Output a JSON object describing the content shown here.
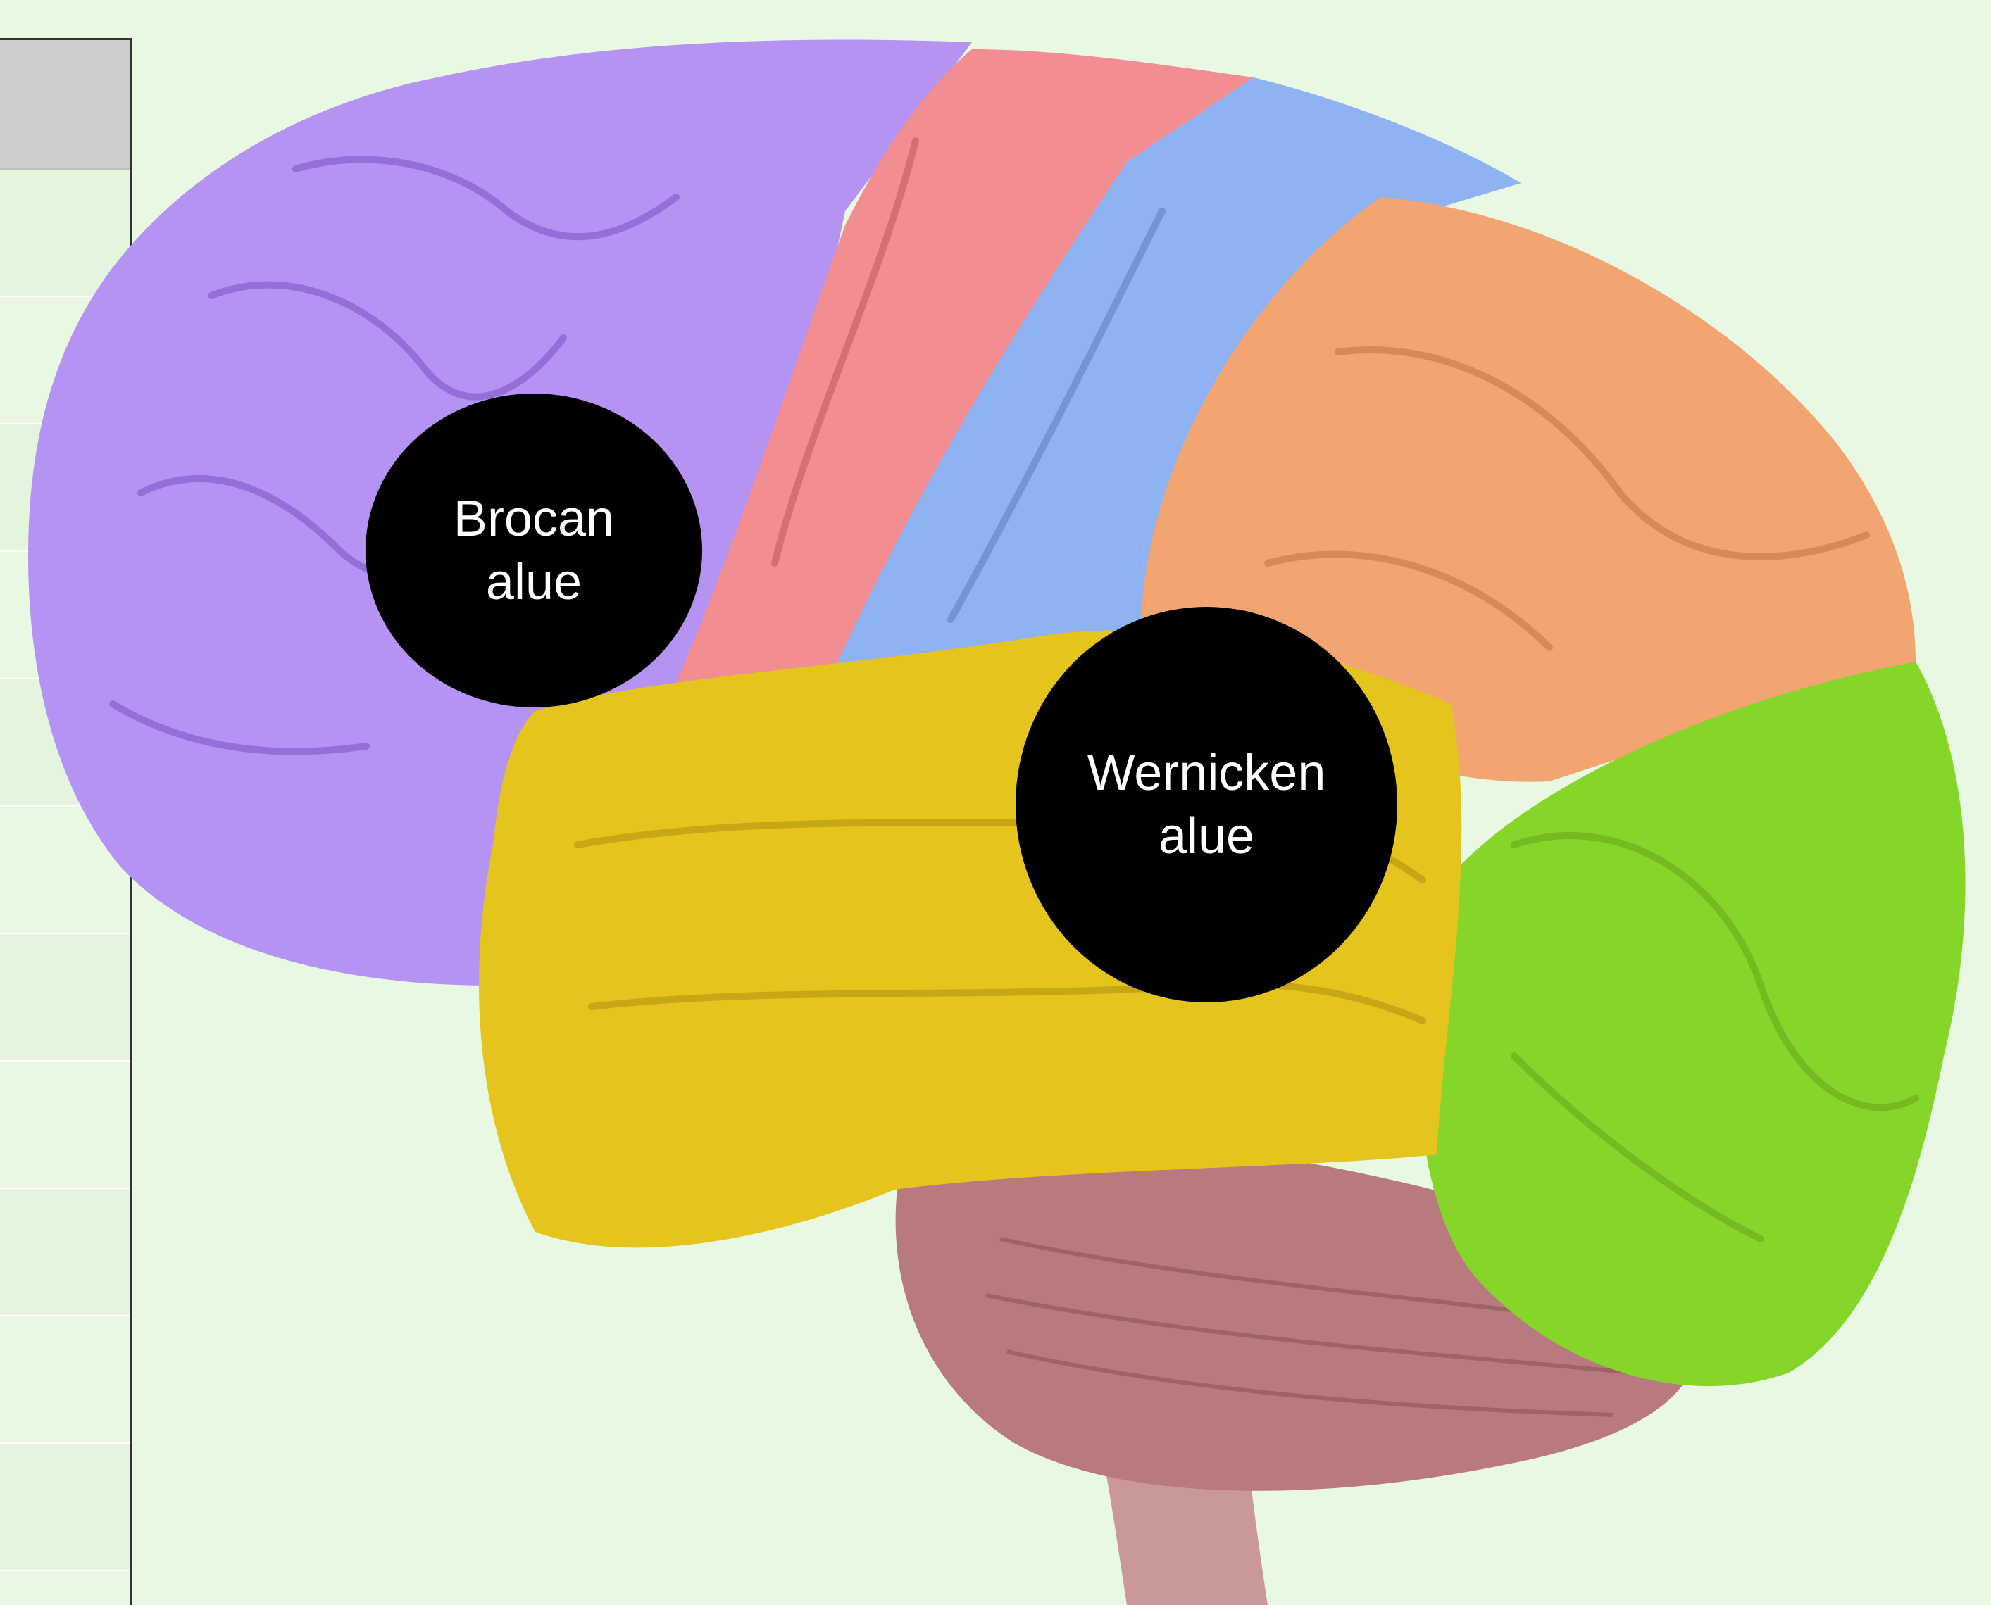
{
  "side_panel": {
    "row_count": 11
  },
  "labels": {
    "broca": "Brocan\nalue",
    "wernicke": "Wernicken\nalue"
  },
  "colors": {
    "background": "#e8f8e2",
    "frontal_lobe": "#b593f2",
    "motor_cortex": "#f28d92",
    "somatosensory_cortex": "#8fb2f2",
    "parietal_lobe": "#f2a571",
    "temporal_lobe": "#e6c41e",
    "occipital_lobe": "#86d62a",
    "cerebellum": "#b97a7f",
    "brainstem": "#c9999a",
    "label_fill": "#000000",
    "label_text": "#ffffff"
  }
}
